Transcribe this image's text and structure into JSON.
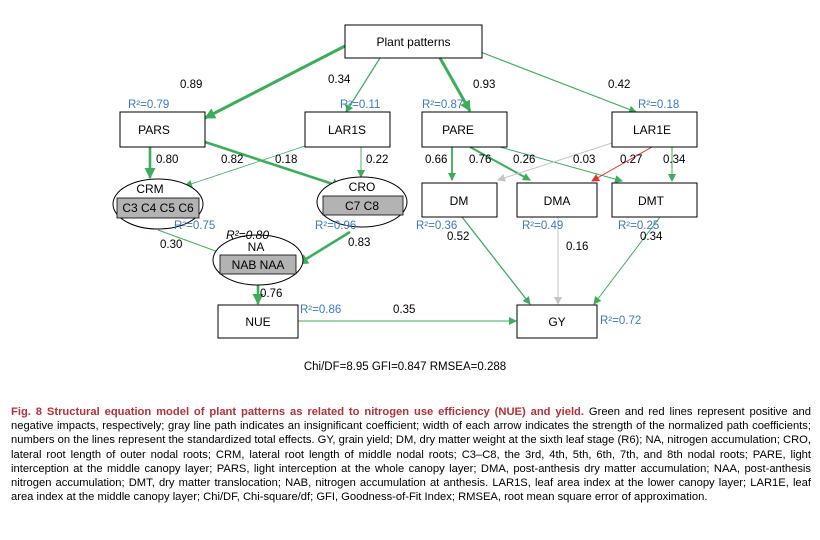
{
  "nodes": {
    "plant_patterns": "Plant patterns",
    "pars": "PARS",
    "lar1s": "LAR1S",
    "pare": "PARE",
    "lar1e": "LAR1E",
    "crm": "CRM",
    "crm_sub": "C3 C4 C5 C6",
    "cro": "CRO",
    "cro_sub": "C7 C8",
    "na": "NA",
    "na_sub": "NAB NAA",
    "dm": "DM",
    "dma": "DMA",
    "dmt": "DMT",
    "nue": "NUE",
    "gy": "GY"
  },
  "r2": {
    "pars": "R²=0.79",
    "lar1s": "R²=0.11",
    "pare": "R²=0.87",
    "lar1e": "R²=0.18",
    "crm": "R²=0.75",
    "cro": "R²=0.96",
    "na": "R²=0.80",
    "dm": "R²=0.36",
    "dma": "R²=0.49",
    "dmt": "R²=0.25",
    "nue": "R²=0.86",
    "gy": "R²=0.72"
  },
  "coefficients": {
    "pp_pars": "0.89",
    "pp_lar1s": "0.34",
    "pp_pare": "0.93",
    "pp_lar1e": "0.42",
    "pars_crm": "0.80",
    "pars_cro": "0.82",
    "lar1s_crm": "0.18",
    "lar1s_cro": "0.22",
    "pare_dm": "0.66",
    "pare_dma": "0.76",
    "pare_dmt": "0.26",
    "lar1e_dm": "0.03",
    "lar1e_dma": "0.27",
    "lar1e_dmt": "0.34",
    "crm_na": "0.30",
    "cro_na": "0.83",
    "na_nue": "0.76",
    "nue_gy": "0.35",
    "dm_gy": "0.52",
    "dma_gy": "0.16",
    "dmt_gy": "0.34"
  },
  "fit_indices": "Chi/DF=8.95  GFI=0.847  RMSEA=0.288",
  "caption": {
    "title": "Fig. 8  Structural equation model of plant patterns as related to nitrogen use efficiency (NUE) and yield.",
    "body": "Green and red lines represent positive and negative impacts, respectively; gray line path indicates an insignificant coefficient; width of each arrow indicates the strength of the normalized path coefficients; numbers on the lines represent the standardized total effects.  GY, grain yield; DM, dry matter weight at the sixth leaf stage (R6); NA, nitrogen accumulation; CRO, lateral root length of outer nodal roots; CRM, lateral root length of middle nodal roots; C3–C8, the 3rd, 4th, 5th, 6th, 7th, and 8th nodal roots; PARE, light interception at the middle canopy layer; PARS, light interception at the whole canopy layer; DMA, post-anthesis dry matter accumulation; NAA, post-anthesis nitrogen accumulation; DMT, dry matter translocation; NAB, nitrogen accumulation at anthesis.  LAR1S, leaf area index at the lower canopy layer; LAR1E, leaf area index at the middle canopy layer; Chi/DF, Chi-square/df; GFI, Goodness-of-Fit Index; RMSEA, root mean square error of approximation."
  },
  "colors": {
    "positive": "#3cae5a",
    "negative": "#e0332e",
    "insignificant": "#c4c4c4",
    "r2_text": "#3b78c3",
    "caption_title": "#b0313a"
  }
}
